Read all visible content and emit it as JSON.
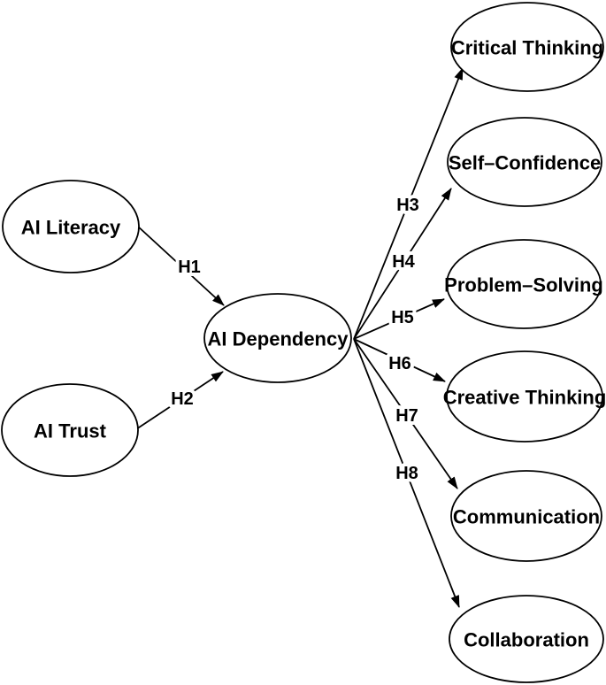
{
  "figure": {
    "type": "path-model-diagram",
    "background_color": "#ffffff",
    "line_color": "#000000",
    "text_color": "#000000"
  },
  "nodes": {
    "ai_literacy": {
      "label": "AI Literacy"
    },
    "ai_trust": {
      "label": "AI Trust"
    },
    "ai_dependency": {
      "label": "AI Dependency"
    },
    "critical_thinking": {
      "label": "Critical Thinking"
    },
    "self_confidence": {
      "label": "Self–Confidence"
    },
    "problem_solving": {
      "label": "Problem–Solving"
    },
    "creative_thinking": {
      "label": "Creative Thinking"
    },
    "communication": {
      "label": "Communication"
    },
    "collaboration": {
      "label": "Collaboration"
    }
  },
  "edges": {
    "h1": {
      "label": "H1",
      "from": "ai_literacy",
      "to": "ai_dependency"
    },
    "h2": {
      "label": "H2",
      "from": "ai_trust",
      "to": "ai_dependency"
    },
    "h3": {
      "label": "H3",
      "from": "ai_dependency",
      "to": "critical_thinking"
    },
    "h4": {
      "label": "H4",
      "from": "ai_dependency",
      "to": "self_confidence"
    },
    "h5": {
      "label": "H5",
      "from": "ai_dependency",
      "to": "problem_solving"
    },
    "h6": {
      "label": "H6",
      "from": "ai_dependency",
      "to": "creative_thinking"
    },
    "h7": {
      "label": "H7",
      "from": "ai_dependency",
      "to": "communication"
    },
    "h8": {
      "label": "H8",
      "from": "ai_dependency",
      "to": "collaboration"
    }
  }
}
